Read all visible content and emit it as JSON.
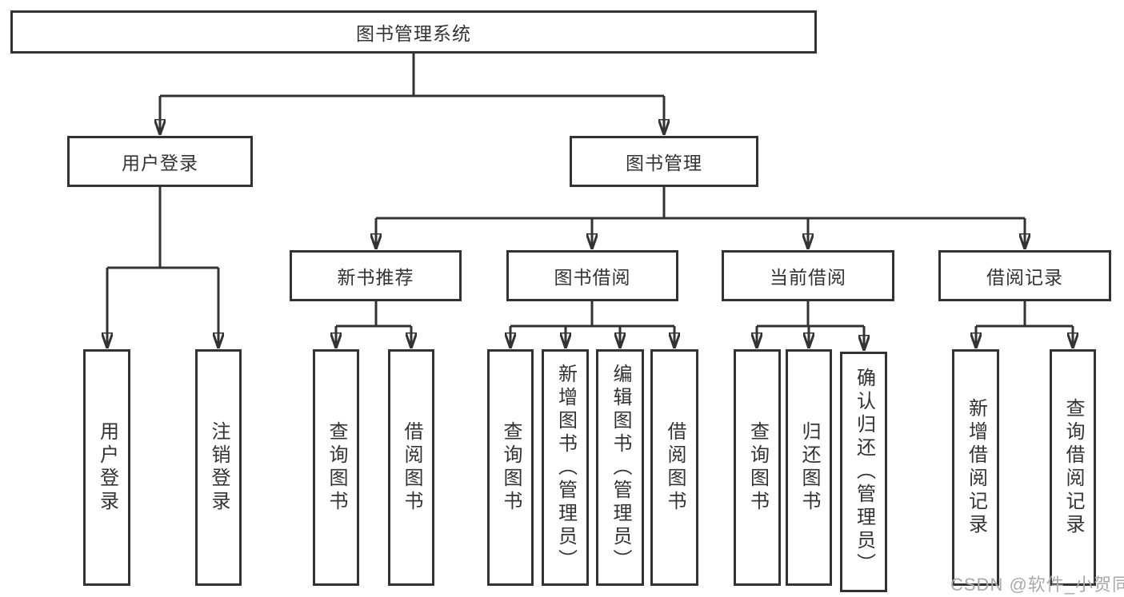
{
  "tree": {
    "root": {
      "label": "图书管理系统"
    },
    "branches": [
      {
        "label": "用户登录",
        "children": [
          {
            "label": "用户登录"
          },
          {
            "label": "注销登录"
          }
        ]
      },
      {
        "label": "图书管理",
        "children": [
          {
            "label": "新书推荐",
            "children": [
              {
                "label": "查询图书"
              },
              {
                "label": "借阅图书"
              }
            ]
          },
          {
            "label": "图书借阅",
            "children": [
              {
                "label": "查询图书"
              },
              {
                "label": "新增图书（管理员）"
              },
              {
                "label": "编辑图书（管理员）"
              },
              {
                "label": "借阅图书"
              }
            ]
          },
          {
            "label": "当前借阅",
            "children": [
              {
                "label": "查询图书"
              },
              {
                "label": "归还图书"
              },
              {
                "label": "确认归还（管理员）"
              }
            ]
          },
          {
            "label": "借阅记录",
            "children": [
              {
                "label": "新增借阅记录"
              },
              {
                "label": "查询借阅记录"
              }
            ]
          }
        ]
      }
    ]
  },
  "watermark": {
    "text": "CSDN @软件_小贺同学"
  },
  "colors": {
    "line": "#333333",
    "box_border": "#333333",
    "text": "#333333",
    "watermark": "#a9a9a9",
    "background": "#ffffff"
  }
}
